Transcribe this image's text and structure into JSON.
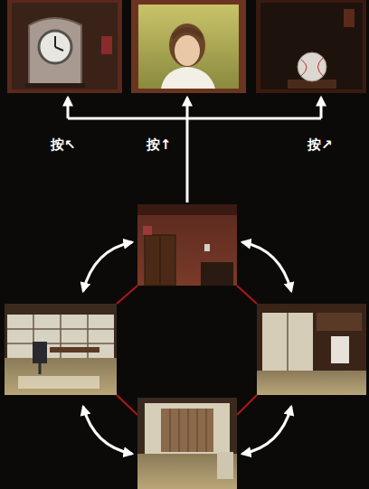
{
  "diagram": {
    "labels": [
      "按↖",
      "按↑",
      "按↗"
    ]
  }
}
